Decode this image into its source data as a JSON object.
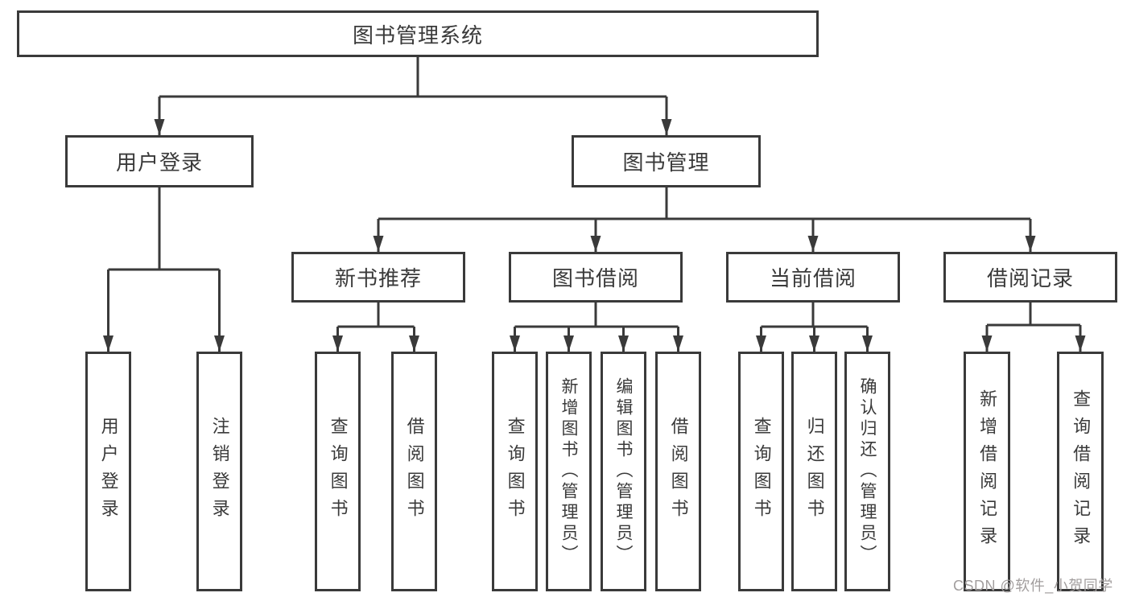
{
  "diagram": {
    "tree": {
      "label": "图书管理系统",
      "children": [
        {
          "label": "用户登录",
          "children": [
            {
              "label": "用户登录"
            },
            {
              "label": "注销登录"
            }
          ]
        },
        {
          "label": "图书管理",
          "children": [
            {
              "label": "新书推荐",
              "children": [
                {
                  "label": "查询图书"
                },
                {
                  "label": "借阅图书"
                }
              ]
            },
            {
              "label": "图书借阅",
              "children": [
                {
                  "label": "查询图书"
                },
                {
                  "label": "新增图书（管理员）"
                },
                {
                  "label": "编辑图书（管理员）"
                },
                {
                  "label": "借阅图书"
                }
              ]
            },
            {
              "label": "当前借阅",
              "children": [
                {
                  "label": "查询图书"
                },
                {
                  "label": "归还图书"
                },
                {
                  "label": "确认归还（管理员）"
                }
              ]
            },
            {
              "label": "借阅记录",
              "children": [
                {
                  "label": "新增借阅记录"
                },
                {
                  "label": "查询借阅记录"
                }
              ]
            }
          ]
        }
      ]
    },
    "colors": {
      "line": "#3a3a3a",
      "text": "#3a3a3a",
      "background": "#ffffff",
      "watermark": "#a29e9e"
    }
  },
  "watermark": {
    "text": "CSDN @软件_小贺同学"
  }
}
